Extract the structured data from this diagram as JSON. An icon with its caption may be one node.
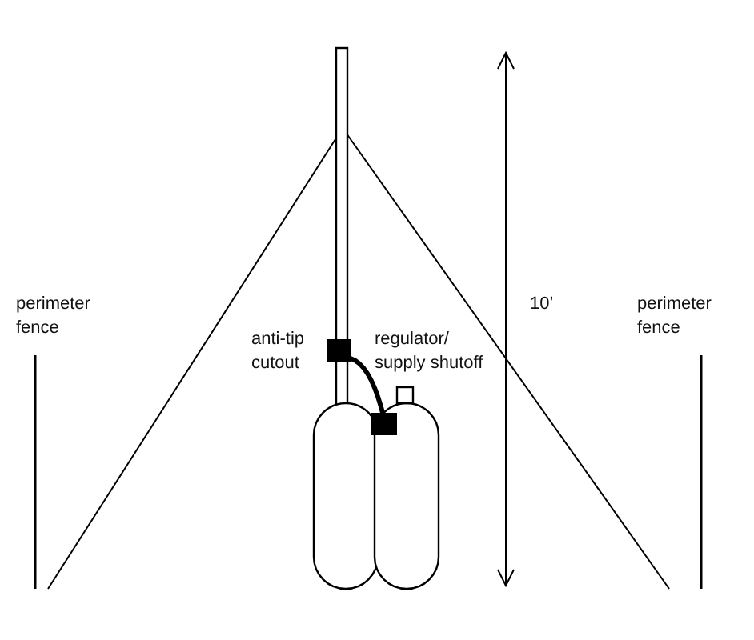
{
  "diagram": {
    "labels": [
      "perimeter fence",
      "anti-tip cutout",
      "regulator/ supply shutoff",
      "10’",
      "perimeter fence"
    ]
  }
}
